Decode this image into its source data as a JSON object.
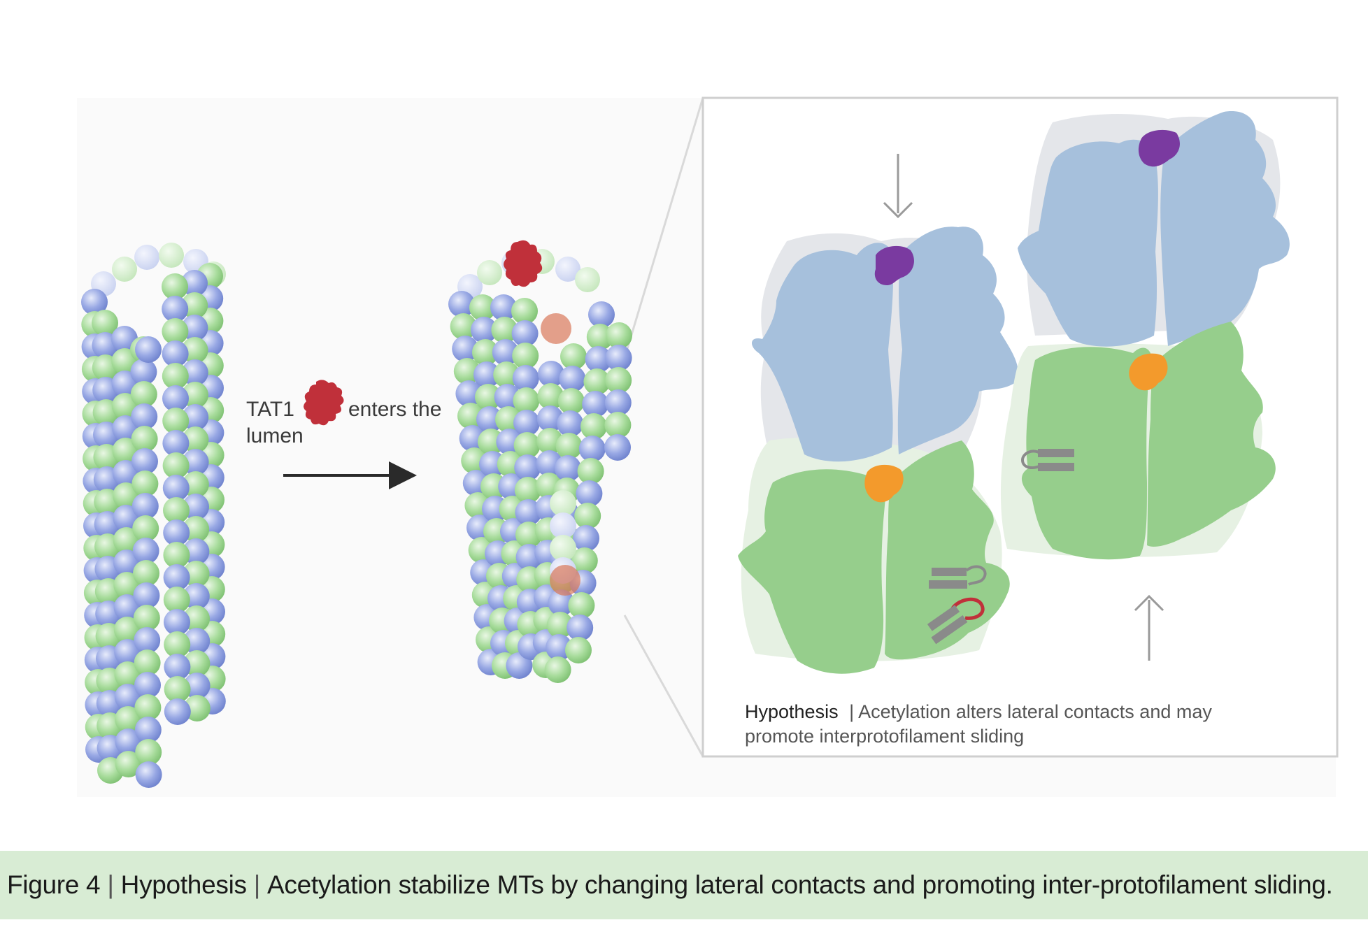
{
  "left_panel": {
    "tat1_label": "TAT1",
    "enters_label": "enters the",
    "lumen_label": "lumen"
  },
  "inset": {
    "hypothesis_bold": "Hypothesis",
    "hypothesis_text_1": "| Acetylation alters lateral contacts and may",
    "hypothesis_text_2": "promote interprotofilament sliding"
  },
  "caption": {
    "figure_label": "Figure 4",
    "hypothesis_label": "Hypothesis",
    "text": "Acetylation stabilize MTs by changing lateral contacts and promoting inter-protofilament sliding."
  },
  "colors": {
    "alpha_tubulin_green": "#9ed492",
    "beta_tubulin_blue": "#8c9ede",
    "tat1_red": "#c0303a",
    "inset_blue": "#a6c0dc",
    "inset_green": "#96ce8c",
    "purple": "#7a3aa0",
    "orange": "#f39a2c",
    "caption_bg": "#d8ecd4"
  }
}
